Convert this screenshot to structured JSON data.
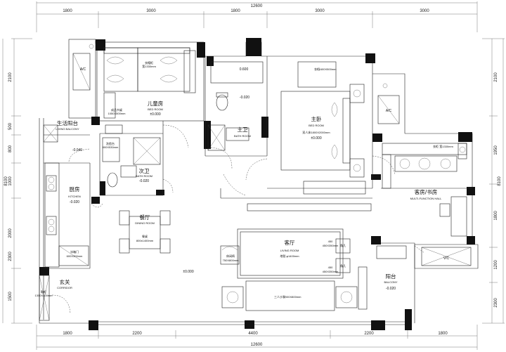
{
  "dimensions": {
    "top_total": "12600",
    "top_segments": [
      "1800",
      "3000",
      "1800",
      "3000",
      "3000"
    ],
    "bottom_total": "12600",
    "bottom_segments": [
      "1800",
      "2200",
      "4400",
      "2200",
      "1800"
    ],
    "left_total": "8100",
    "left_segments": [
      "2100",
      "500",
      "800",
      "1000",
      "2000",
      "2300",
      "1500"
    ],
    "right_total": "8100",
    "right_segments": [
      "2100",
      "1950",
      "1800",
      "1200",
      "2300"
    ]
  },
  "rooms": {
    "children": {
      "cn": "儿童房",
      "en": "BED ROOM",
      "level": "±0.000"
    },
    "wardrobe_children": {
      "name": "衣帽柜",
      "size": "宽1330mm"
    },
    "desk": {
      "name": "成品书桌",
      "size": "1050X500mm"
    },
    "living_balcony": {
      "cn": "生活阳台",
      "en": "LIVING BALCONY",
      "level": "-0.040"
    },
    "washbasin_2": {
      "name": "洗脸台",
      "size": "800X530mm"
    },
    "second_bath": {
      "cn": "次卫",
      "en": "BATH ROOM",
      "level": "-0.020"
    },
    "kitchen": {
      "cn": "厨房",
      "en": "KITCHEN",
      "level": "-0.020"
    },
    "fridge": {
      "name": "冰箱门",
      "size": "600X300mm"
    },
    "entry": {
      "cn": "玄关",
      "en": "CORRIDOR"
    },
    "shoe_cabinet": {
      "name": "鞋柜",
      "size": "1300X300mm"
    },
    "dining": {
      "cn": "餐厅",
      "en": "DINING ROOM",
      "table": "餐桌",
      "table_size": "800x1400mm"
    },
    "main_bath": {
      "cn": "主卫",
      "en": "BATH ROOM",
      "level_top": "0.600",
      "level": "-0.020"
    },
    "master": {
      "cn": "主卧",
      "en": "BED ROOM",
      "bed": "双人床1800X2000mm",
      "level": "±0.000"
    },
    "wardrobe_master": {
      "name": "衣柜",
      "size": "1600X500mm"
    },
    "study": {
      "cn": "客房/书房",
      "en": "MULTI-FUNCTION HALL",
      "wardrobe": "衣柜",
      "wardrobe_size": "宽1330mm"
    },
    "living": {
      "cn": "客厅",
      "en": "LIVING ROOM",
      "rug": "地毯 φ1400mm",
      "level": "±0.000"
    },
    "lounge": {
      "name": "休闲椅",
      "size": "750X800mm"
    },
    "side_table_1": {
      "code": "450",
      "size": "450X350mm",
      "name": "角几"
    },
    "side_table_2": {
      "code": "450",
      "size": "450X350mm",
      "name": "角几"
    },
    "sofa": {
      "name": "三人沙发",
      "size": "2000X800mm"
    },
    "balcony": {
      "cn": "阳台",
      "en": "BALCONY",
      "level": "-0.020"
    }
  },
  "labels": {
    "ac": "A/C",
    "vc": "V/C"
  }
}
